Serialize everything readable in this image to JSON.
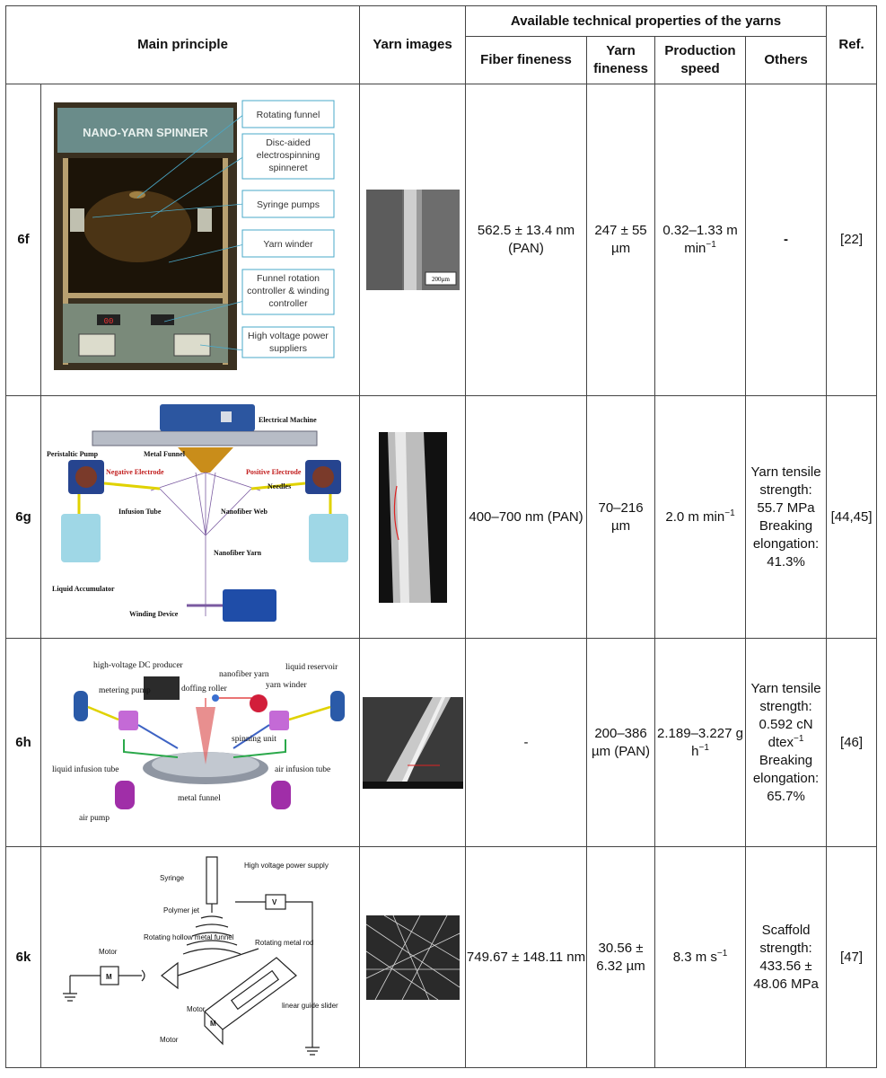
{
  "header": {
    "main_principle": "Main principle",
    "yarn_images": "Yarn images",
    "available": "Available technical properties of the yarns",
    "fiber_fineness": "Fiber fineness",
    "yarn_fineness": "Yarn fineness",
    "production_speed": "Production speed",
    "others": "Others",
    "ref": "Ref."
  },
  "rows": [
    {
      "id": "6f",
      "fiber": "562.5 ± 13.4 nm (PAN)",
      "yarn": "247 ± 55 µm",
      "speed_main": "0.32–1.33 m min",
      "speed_sup": "−1",
      "others": "-",
      "ref": "[22]",
      "diagram": {
        "banner": "NANO-YARN SPINNER",
        "labels": [
          "Rotating funnel",
          "Disc-aided electrospinning spinneret",
          "Syringe pumps",
          "Yarn winder",
          "Funnel rotation controller & winding controller",
          "High voltage power suppliers"
        ],
        "sem_scale": "200µm",
        "display": "00"
      }
    },
    {
      "id": "6g",
      "fiber": "400–700 nm (PAN)",
      "yarn": "70–216 µm",
      "speed_main": "2.0 m min",
      "speed_sup": "−1",
      "others": "Yarn tensile strength: 55.7 MPa Breaking elongation: 41.3%",
      "ref": "[44,45]",
      "diagram": {
        "labels": [
          "Electrical Machine",
          "Metal Funnel",
          "Peristaltic Pump",
          "Negative Electrode",
          "Positive Electrode",
          "Needles",
          "Infusion Tube",
          "Nanofiber Web",
          "Nanofiber Yarn",
          "Liquid Accumulator",
          "Winding Device"
        ]
      }
    },
    {
      "id": "6h",
      "fiber": "-",
      "yarn": "200–386 µm (PAN)",
      "speed_main": "2.189–3.227 g h",
      "speed_sup": "−1",
      "others_parts": [
        "Yarn tensile strength: 0.592 cN dtex",
        "−1",
        " Breaking elongation: 65.7%"
      ],
      "ref": "[46]",
      "diagram": {
        "labels": [
          "high-voltage DC producer",
          "nanofiber yarn",
          "liquid reservoir",
          "metering pump",
          "doffing roller",
          "yarn winder",
          "spinning unit",
          "liquid infusion tube",
          "air infusion tube",
          "metal funnel",
          "air pump"
        ]
      }
    },
    {
      "id": "6k",
      "fiber": "749.67 ± 148.11 nm",
      "yarn": "30.56 ± 6.32 µm",
      "speed_main": "8.3 m s",
      "speed_sup": "−1",
      "others": "Scaffold strength: 433.56 ± 48.06 MPa",
      "ref": "[47]",
      "diagram": {
        "labels": [
          "Syringe",
          "High voltage power supply",
          "Polymer jet",
          "Rotating metal rod",
          "Motor",
          "Rotating hollow metal funnel",
          "Motor",
          "linear guide slider",
          "Motor"
        ],
        "symbols": [
          "V",
          "M",
          "M"
        ]
      }
    }
  ]
}
